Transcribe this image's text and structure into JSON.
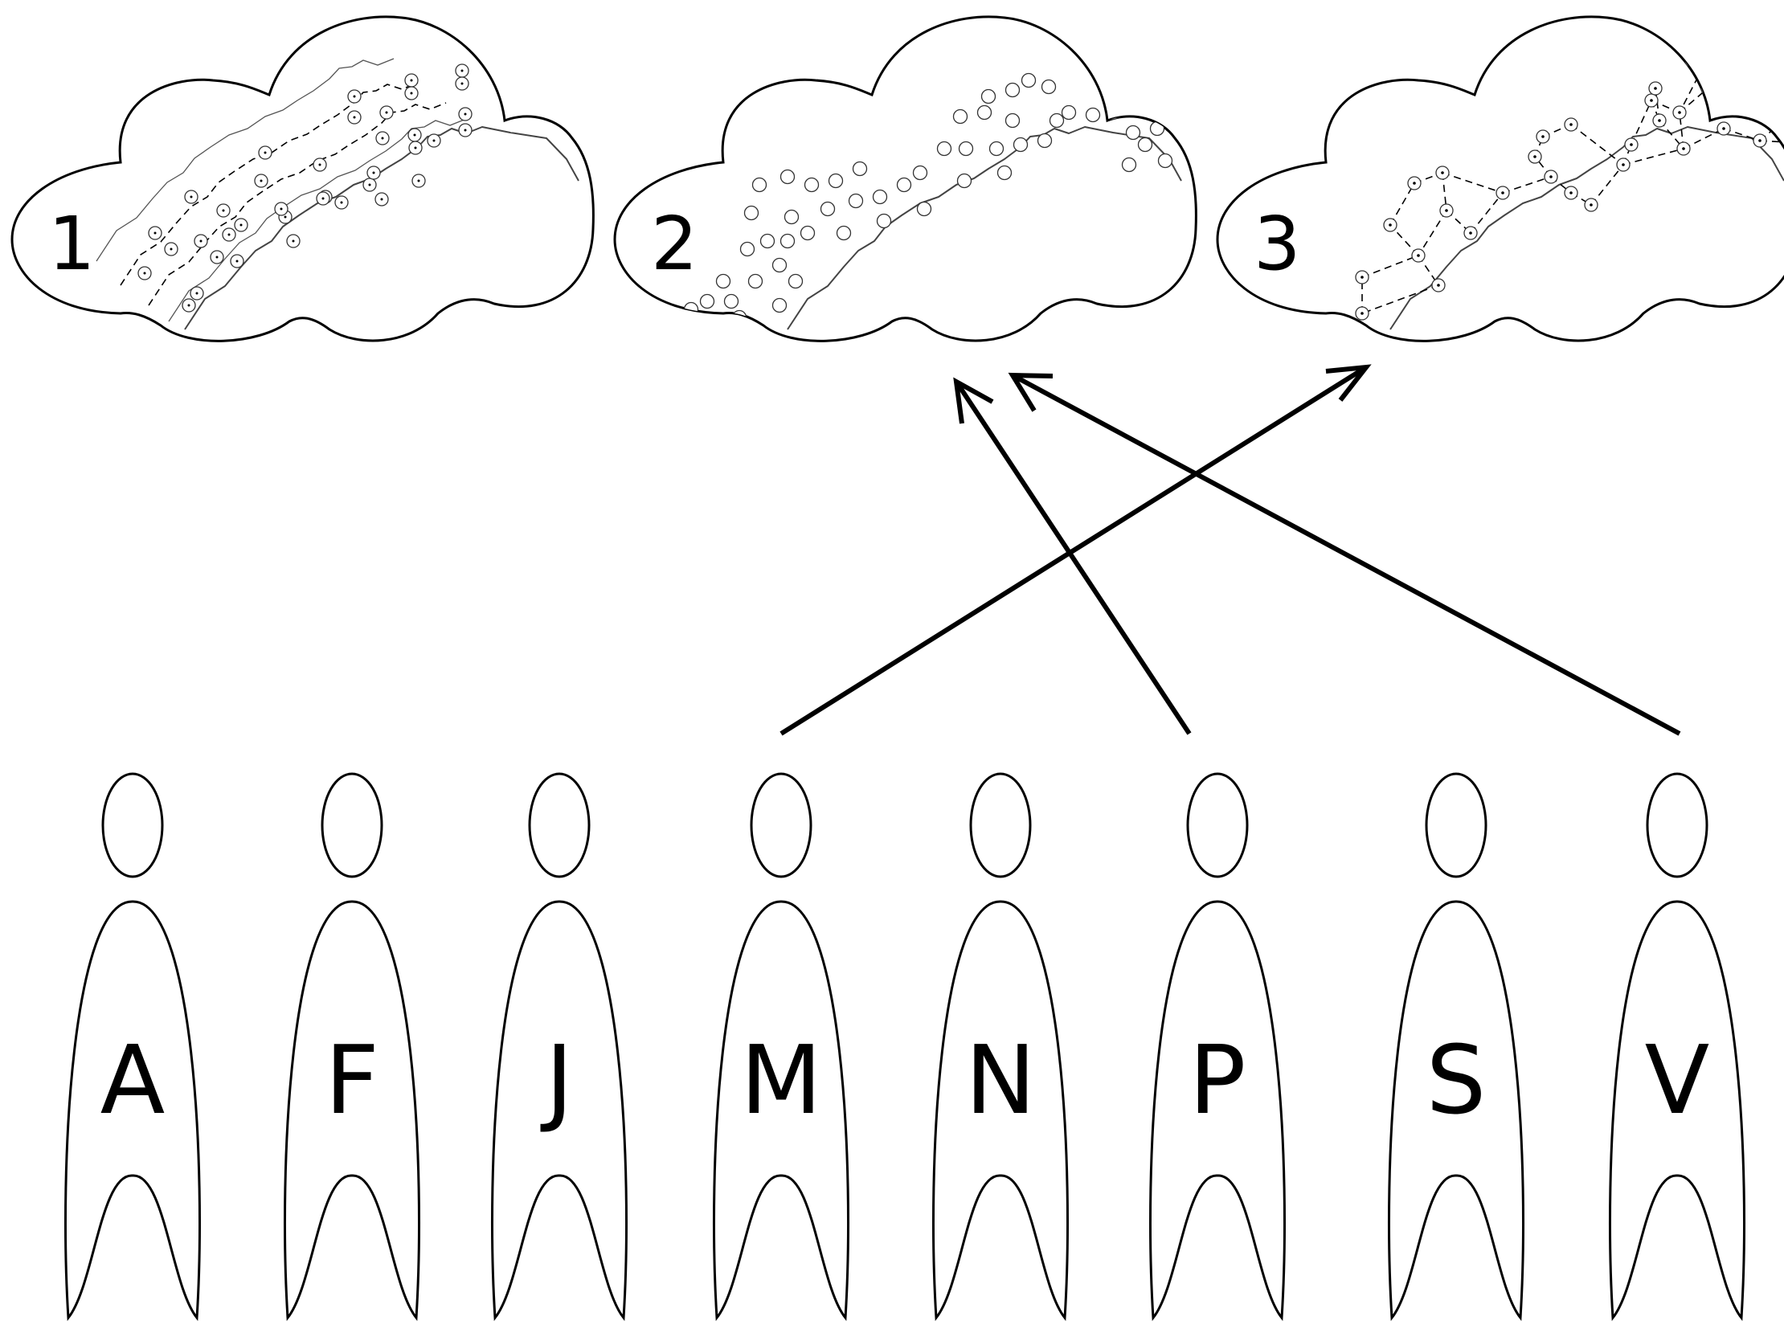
{
  "clouds": [
    {
      "number": "1",
      "style": "tracks"
    },
    {
      "number": "2",
      "style": "points"
    },
    {
      "number": "3",
      "style": "network"
    }
  ],
  "people": [
    {
      "letter": "A"
    },
    {
      "letter": "F"
    },
    {
      "letter": "J"
    },
    {
      "letter": "M"
    },
    {
      "letter": "N"
    },
    {
      "letter": "P"
    },
    {
      "letter": "S"
    },
    {
      "letter": "V"
    }
  ],
  "connections": [
    {
      "from": "M",
      "to": "3"
    },
    {
      "from": "P",
      "to": "2"
    },
    {
      "from": "V",
      "to": "2"
    }
  ],
  "colors": {
    "stroke": "#000000",
    "background": "#ffffff"
  }
}
